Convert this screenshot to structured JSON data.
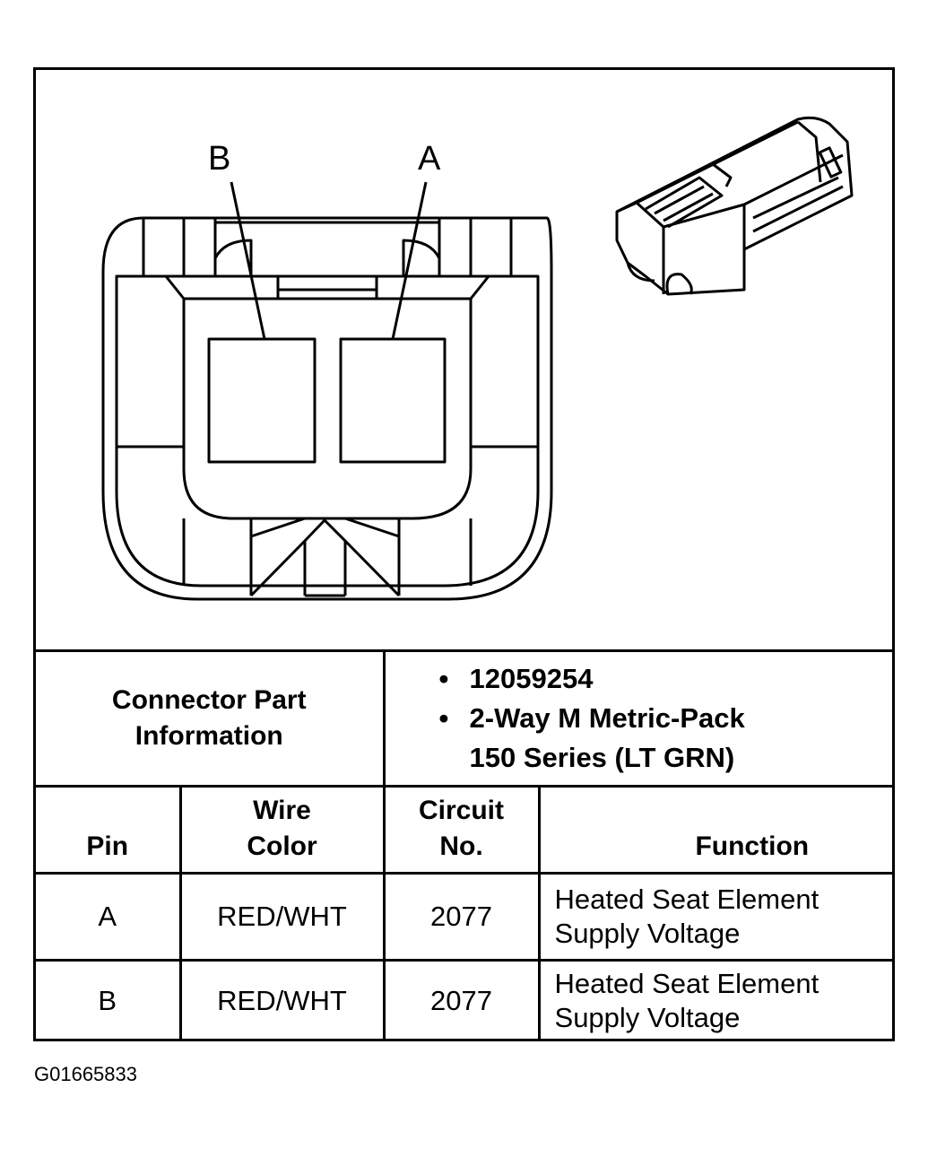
{
  "diagram": {
    "pin_labels": [
      "B",
      "A"
    ]
  },
  "connector_info": {
    "label_line1": "Connector Part",
    "label_line2": "Information",
    "part_number": "12059254",
    "description_line1": "2-Way M Metric-Pack",
    "description_line2": "150 Series (LT GRN)",
    "bullet": "•"
  },
  "columns": {
    "pin": "Pin",
    "wire_color_line1": "Wire",
    "wire_color_line2": "Color",
    "circuit_line1": "Circuit",
    "circuit_line2": "No.",
    "function": "Function"
  },
  "rows": [
    {
      "pin": "A",
      "wire_color": "RED/WHT",
      "circuit": "2077",
      "function_line1": "Heated Seat Element",
      "function_line2": "Supply Voltage"
    },
    {
      "pin": "B",
      "wire_color": "RED/WHT",
      "circuit": "2077",
      "function_line1": "Heated Seat Element",
      "function_line2": "Supply Voltage"
    }
  ],
  "caption": "G01665833"
}
